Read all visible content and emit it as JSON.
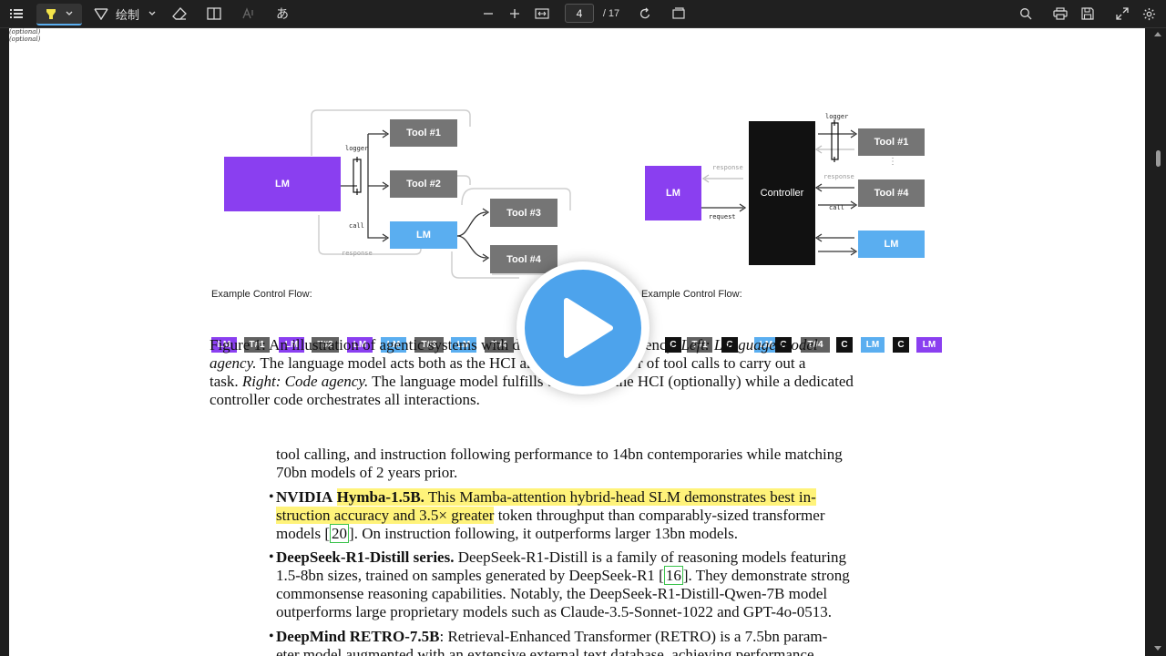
{
  "toolbar": {
    "draw_label": "绘制",
    "text_tool": "あ",
    "current_page": "4",
    "page_total": "/ 17"
  },
  "figure": {
    "left": {
      "lm_main": "LM",
      "tool1": "Tool #1",
      "tool2": "Tool #2",
      "tool3": "Tool #3",
      "tool4": "Tool #4",
      "lm_sub": "LM",
      "logger": "logger",
      "call": "call",
      "response": "response"
    },
    "right": {
      "optional_lm": "(optional)",
      "optional_logger": "(optional)",
      "lm": "LM",
      "controller": "Controller",
      "tool1": "Tool #1",
      "tool4": "Tool #4",
      "lm_bottom": "LM",
      "logger": "logger",
      "response_top": "response",
      "request": "request",
      "response_mid": "response",
      "call": "call",
      "dots": "⋮"
    },
    "flow_label_left": "Example Control Flow:",
    "flow_label_right": "Example Control Flow:",
    "chips_left": [
      "LM",
      "T#1",
      "LM",
      "T#2",
      "LM",
      "LM",
      "T#3",
      "LM",
      "T#4"
    ],
    "chips_right": [
      "C",
      "T#1",
      "C",
      "LM",
      "C",
      "T#4",
      "C",
      "LM",
      "C",
      "LM"
    ],
    "caption": {
      "l1_a": "Figure 1: An illustration of agentic systems with different modes of agency. ",
      "l1_b": "Left: Language model",
      "l2_a": "agency.",
      "l2_b": " The language model acts both as the HCI and the orchestrator of tool calls to carry out a",
      "l3_a": "task. ",
      "l3_b": "Right: Code agency.",
      "l3_c": " The language model fulfills the role of the HCI (optionally) while a dedicated",
      "l4": "controller code orchestrates all interactions."
    }
  },
  "body": {
    "p1_l1": "tool calling, and instruction following performance to 14bn contemporaries while matching",
    "p1_l2": "70bn models of 2 years prior.",
    "b1_org": "NVIDIA",
    "b1_model": "Hymba-1.5B.",
    "b1_l1_hl": " This Mamba-attention hybrid-head SLM demonstrates best in-",
    "b1_l2_hl": "struction accuracy and 3.5× greater",
    "b1_l2_rest": " token throughput than comparably-sized transformer",
    "b1_l3_a": "models [",
    "b1_cite": "20",
    "b1_l3_b": "]. On instruction following, it outperforms larger 13bn models.",
    "b2_title": "DeepSeek-R1-Distill series.",
    "b2_l1": " DeepSeek-R1-Distill is a family of reasoning models featuring",
    "b2_l2_a": "1.5-8bn sizes, trained on samples generated by DeepSeek-R1 [",
    "b2_cite": "16",
    "b2_l2_b": "]. They demonstrate strong",
    "b2_l3": "commonsense reasoning capabilities. Notably, the DeepSeek-R1-Distill-Qwen-7B model",
    "b2_l4": "outperforms large proprietary models such as Claude-3.5-Sonnet-1022 and GPT-4o-0513.",
    "b3_title": "DeepMind RETRO-7.5B",
    "b3_l1": ": Retrieval-Enhanced Transformer (RETRO) is a 7.5bn param-",
    "b3_l2": "eter model augmented with an extensive external text database, achieving performance"
  },
  "colors": {
    "lm_purple": "#8a3ff0",
    "tool_gray": "#757575",
    "lm_blue": "#5aaef0",
    "controller_black": "#111111",
    "highlight": "#fff37a",
    "play_blue": "#4da3ec"
  }
}
